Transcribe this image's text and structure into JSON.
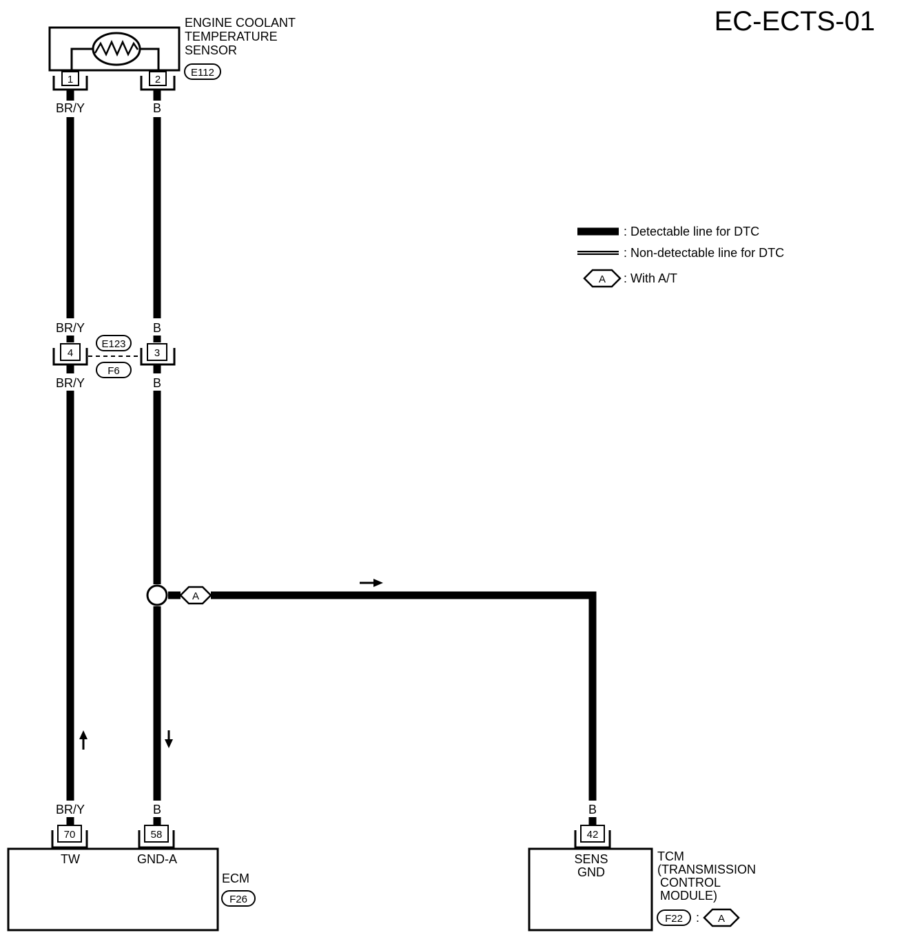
{
  "diagram_id": "EC-ECTS-01",
  "sensor": {
    "name_lines": [
      "ENGINE COOLANT",
      "TEMPERATURE",
      "SENSOR"
    ],
    "connector": "E112",
    "pins": [
      "1",
      "2"
    ]
  },
  "wires": {
    "left_color": "BR/Y",
    "right_color": "B"
  },
  "junction": {
    "connector_top": "E123",
    "connector_bottom": "F6",
    "pin_left": "4",
    "pin_right": "3"
  },
  "ecm": {
    "name": "ECM",
    "connector": "F26",
    "pin_left": "70",
    "pin_right": "58",
    "terminal_left": "TW",
    "terminal_right": "GND-A"
  },
  "tcm": {
    "name_lines": [
      "TCM",
      "(TRANSMISSION",
      "CONTROL",
      "MODULE)"
    ],
    "connector": "F22",
    "pin": "42",
    "terminal_lines": [
      "SENS",
      "GND"
    ],
    "option_sep": ":"
  },
  "option_tag": "A",
  "legend": {
    "detectable": ": Detectable line for DTC",
    "non_detectable": ": Non-detectable line for DTC",
    "option": ": With A/T",
    "option_tag": "A"
  },
  "colors": {
    "line": "#000000",
    "background": "#ffffff"
  }
}
